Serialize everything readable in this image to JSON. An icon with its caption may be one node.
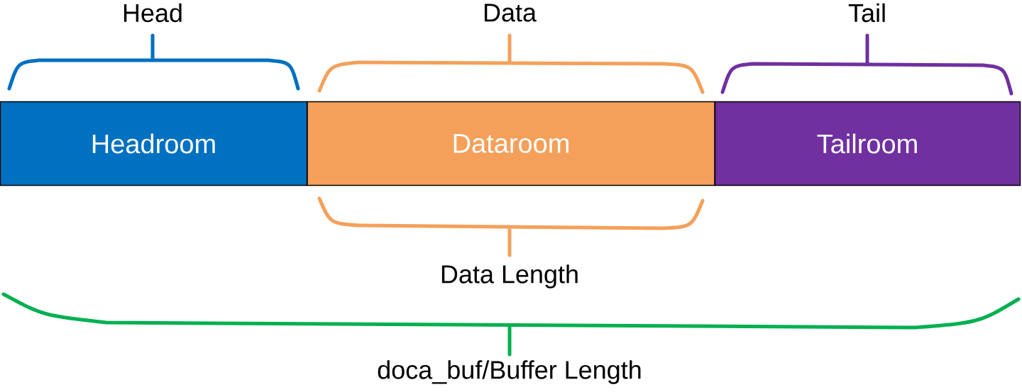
{
  "diagram": {
    "nodes": [
      {
        "text": [
          "Headroom"
        ]
      },
      {
        "text": [
          "Dataroom"
        ]
      },
      {
        "text": [
          "Tailroom"
        ]
      }
    ],
    "labels": [
      "Head",
      "Data",
      "Tail",
      "Data Length",
      "doca_buf/Buffer Length"
    ]
  }
}
